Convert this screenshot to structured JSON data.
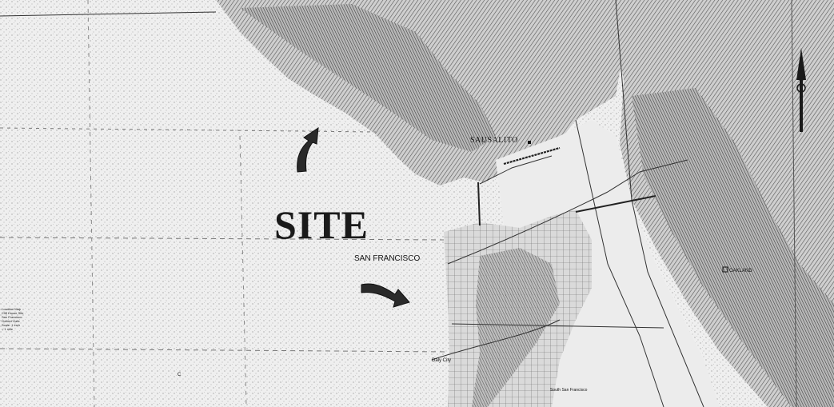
{
  "labels": {
    "site": "SITE",
    "san_francisco": "SAN FRANCISCO",
    "sausalito": "SAUSALITO",
    "daly_city": "Daly City",
    "south_san_francisco": "South San Francisco",
    "oakland": "OAKLAND"
  },
  "legend_lines": [
    "Location Map",
    "Cliff House Site",
    "San Francisco",
    "Golden Gate",
    "Scale: 1 inch",
    "= 1 mile"
  ],
  "corner_mark": "C",
  "icons": {
    "site_arrow_north": "curved-arrow-pointing-up",
    "site_arrow_east": "curved-arrow-pointing-right",
    "north_arrow": "north-arrow"
  },
  "colors": {
    "ink": "#1a1a1a",
    "land_hatch": "#555555",
    "water": "#efefef"
  }
}
